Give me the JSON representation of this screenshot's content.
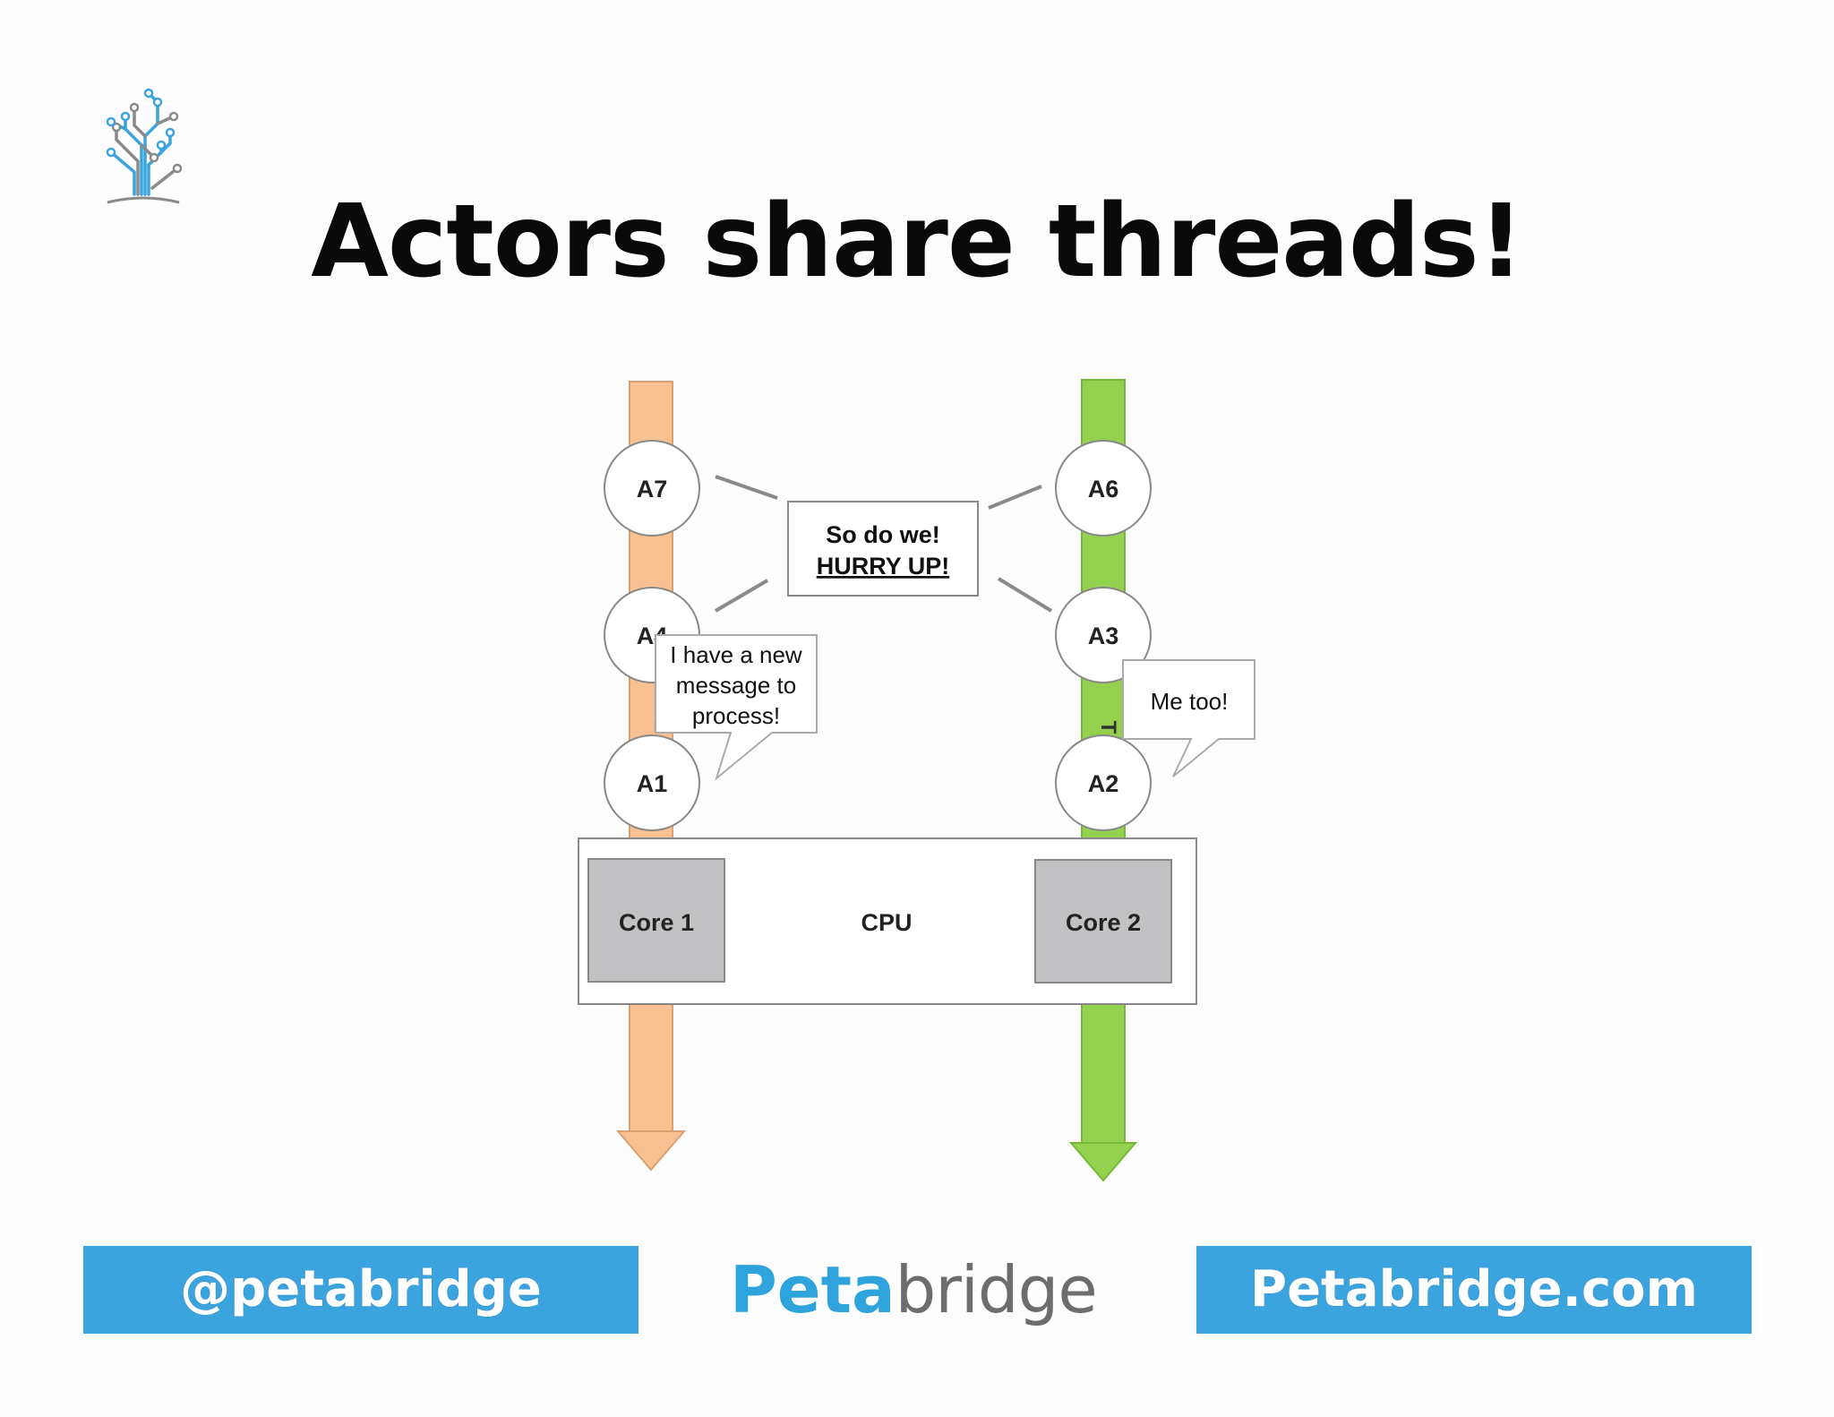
{
  "slide": {
    "title": "Actors share threads!"
  },
  "diagram": {
    "actors": {
      "a7": "A7",
      "a4": "A4",
      "a1": "A1",
      "a6": "A6",
      "a3": "A3",
      "a2": "A2"
    },
    "bubbles": {
      "center_line1": "So do we!",
      "center_line2": "HURRY UP!",
      "left_line1": "I have a new",
      "left_line2": "message to",
      "left_line3": "process!",
      "right_line1": "Me too!"
    },
    "cpu": {
      "label": "CPU",
      "core1": "Core 1",
      "core2": "Core 2"
    },
    "colors": {
      "thread_left": "#f9c192",
      "thread_right": "#93d14f",
      "core_fill": "#c2c1c4",
      "footer_blue": "#3ba3de"
    }
  },
  "footer": {
    "twitter": "@petabridge",
    "brand_bold": "Peta",
    "brand_light": "bridge",
    "website": "Petabridge.com"
  }
}
